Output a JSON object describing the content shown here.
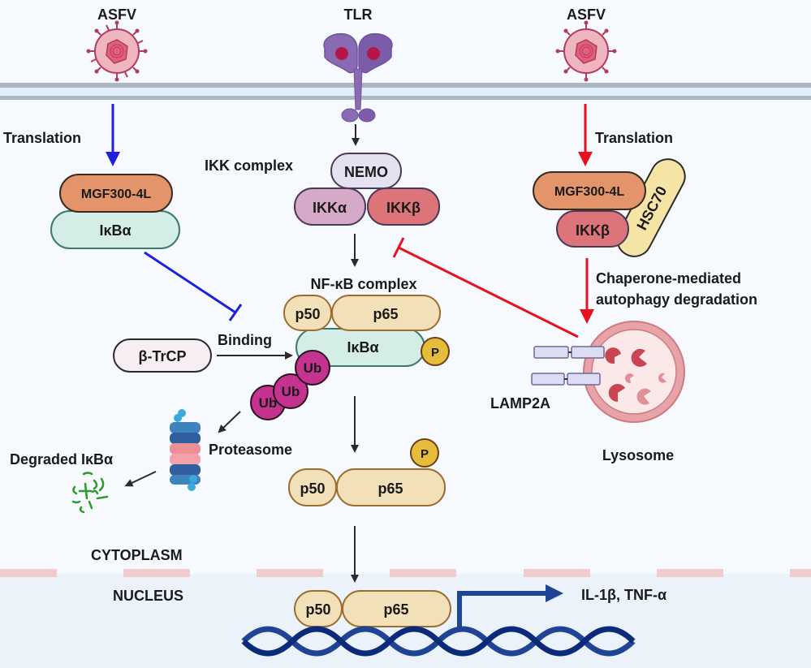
{
  "title": "ASFV MGF300-4L inhibition of NF-κB signaling",
  "colors": {
    "background": "#f6f9fd",
    "nucleus_bg": "#ecf2fa",
    "membrane_line": "#aab6c2",
    "membrane_fill": "#e2eefb",
    "nuclear_envelope": "#f2cccd",
    "blue_path": "#1f1fe0",
    "red_path": "#e8101f",
    "black_arrow": "#2a2a2a",
    "mgf": "#e3946a",
    "ikba": "#d4ede6",
    "ikka": "#d7a9c8",
    "ikkb": "#dd7479",
    "nemo": "#e4e1f1",
    "p50_p65": "#f2e1b8",
    "hsc70": "#f4e5a7",
    "btrcp": "#f7eef4",
    "ub": "#c3338f",
    "phospho": "#e5bd3a",
    "dna": "#17398a",
    "lysosome": "#d8757c"
  },
  "labels": {
    "asfv_left": "ASFV",
    "tlr": "TLR",
    "asfv_right": "ASFV",
    "translation_left": "Translation",
    "translation_right": "Translation",
    "ikk_complex": "IKK complex",
    "nemo": "NEMO",
    "ikka": "IKKα",
    "ikkb": "IKKβ",
    "mgf_left": "MGF300-4L",
    "ikba_left": "IκBα",
    "mgf_right": "MGF300-4L",
    "ikkb_right": "IKKβ",
    "hsc70": "HSC70",
    "cma": "Chaperone-mediated",
    "cma2": "autophagy degradation",
    "nfkb_complex": "NF-κB complex",
    "p50": "p50",
    "p65": "p65",
    "ikba_center": "IκBα",
    "phospho": "P",
    "binding": "Binding",
    "btrcp": "β-TrCP",
    "ub": "Ub",
    "proteasome": "Proteasome",
    "degraded": "Degraded IκBα",
    "lamp2a": "LAMP2A",
    "lysosome": "Lysosome",
    "cytoplasm": "CYTOPLASM",
    "nucleus": "NUCLEUS",
    "cytokines": "IL-1β, TNF-α"
  }
}
